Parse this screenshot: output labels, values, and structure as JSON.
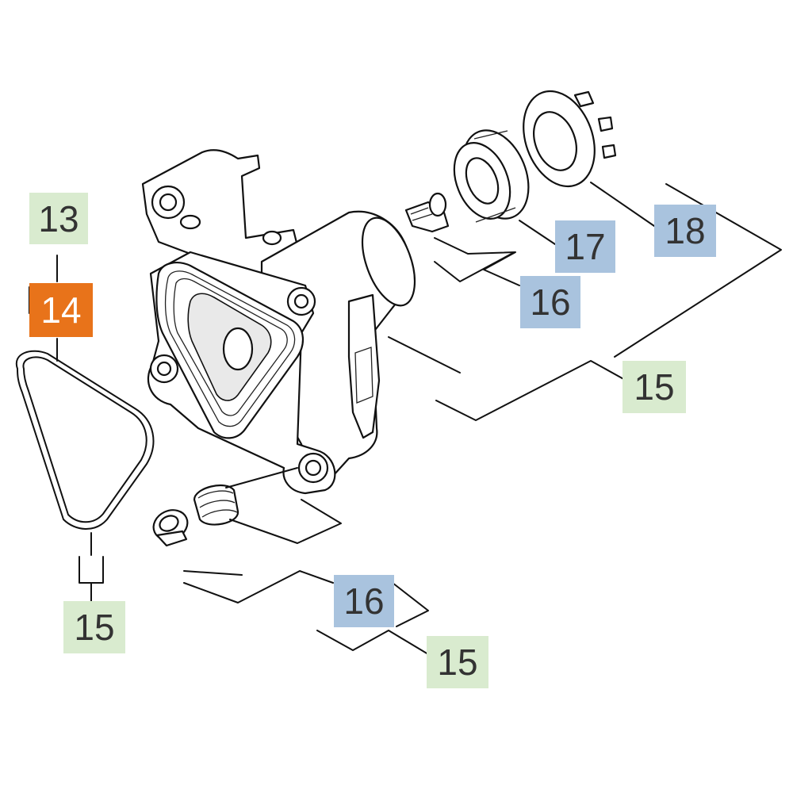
{
  "colors": {
    "label_green": "#d9ebcf",
    "label_blue": "#a9c3de",
    "label_orange": "#e8731a",
    "line": "#111111"
  },
  "labels": {
    "l13": "13",
    "l14": "14",
    "l15_left": "15",
    "l15_right": "15",
    "l15_bottom": "15",
    "l16_top": "16",
    "l16_bottom": "16",
    "l17": "17",
    "l18": "18"
  }
}
